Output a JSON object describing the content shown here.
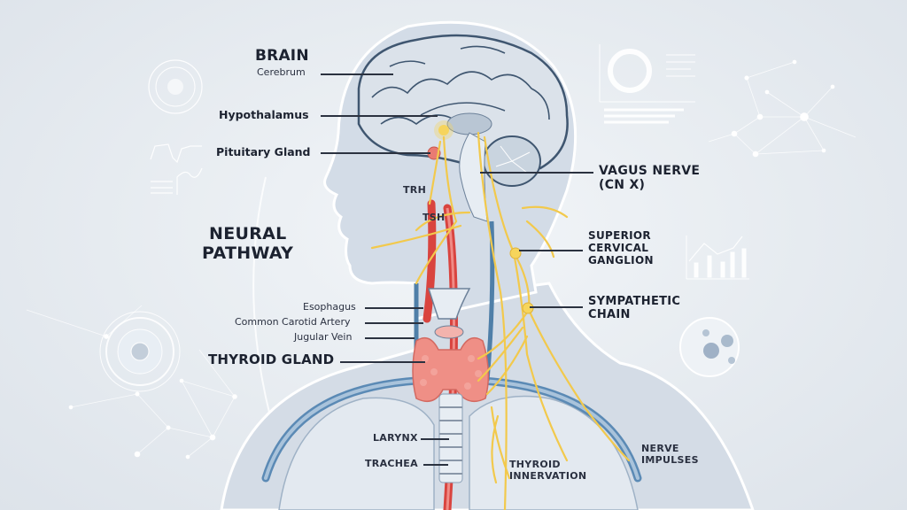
{
  "diagram": {
    "topic": "Thyroid neural pathway anatomy",
    "colors": {
      "background": "#e6ebf0",
      "label_text": "#1c2230",
      "leader_line": "#2b3240",
      "nerve": "#f2c94c",
      "artery": "#d9443f",
      "vein": "#4f7fa8",
      "thyroid": "#ef8f86",
      "brain": "#c9d3df",
      "skin": "#d2dbe6"
    },
    "left_labels": {
      "brain_title": "BRAIN",
      "cerebrum": "Cerebrum",
      "hypothalamus": "Hypothalamus",
      "pituitary": "Pituitary Gland",
      "neural_pathway_line1": "NEURAL",
      "neural_pathway_line2": "PATHWAY",
      "esophagus": "Esophagus",
      "carotid": "Common Carotid Artery",
      "jugular": "Jugular Vein",
      "thyroid": "THYROID GLAND"
    },
    "inline_labels": {
      "trh": "TRH",
      "tsh": "TSH",
      "larynx": "LARYNX",
      "trachea": "TRACHEA",
      "innervation_line1": "THYROID",
      "innervation_line2": "INNERVATION"
    },
    "right_labels": {
      "vagus_line1": "VAGUS NERVE",
      "vagus_line2": "(CN X)",
      "scg_line1": "SUPERIOR",
      "scg_line2": "CERVICAL",
      "scg_line3": "GANGLION",
      "symp_line1": "SYMPATHETIC",
      "symp_line2": "CHAIN",
      "impulses_line1": "NERVE",
      "impulses_line2": "IMPULSES"
    },
    "decorations": [
      "radar-ring-icon",
      "waveform-chart-icon",
      "cell-ring-icon",
      "donut-chart-icon",
      "bar-line-chart-icon",
      "bacteria-dish-icon",
      "network-nodes"
    ]
  }
}
